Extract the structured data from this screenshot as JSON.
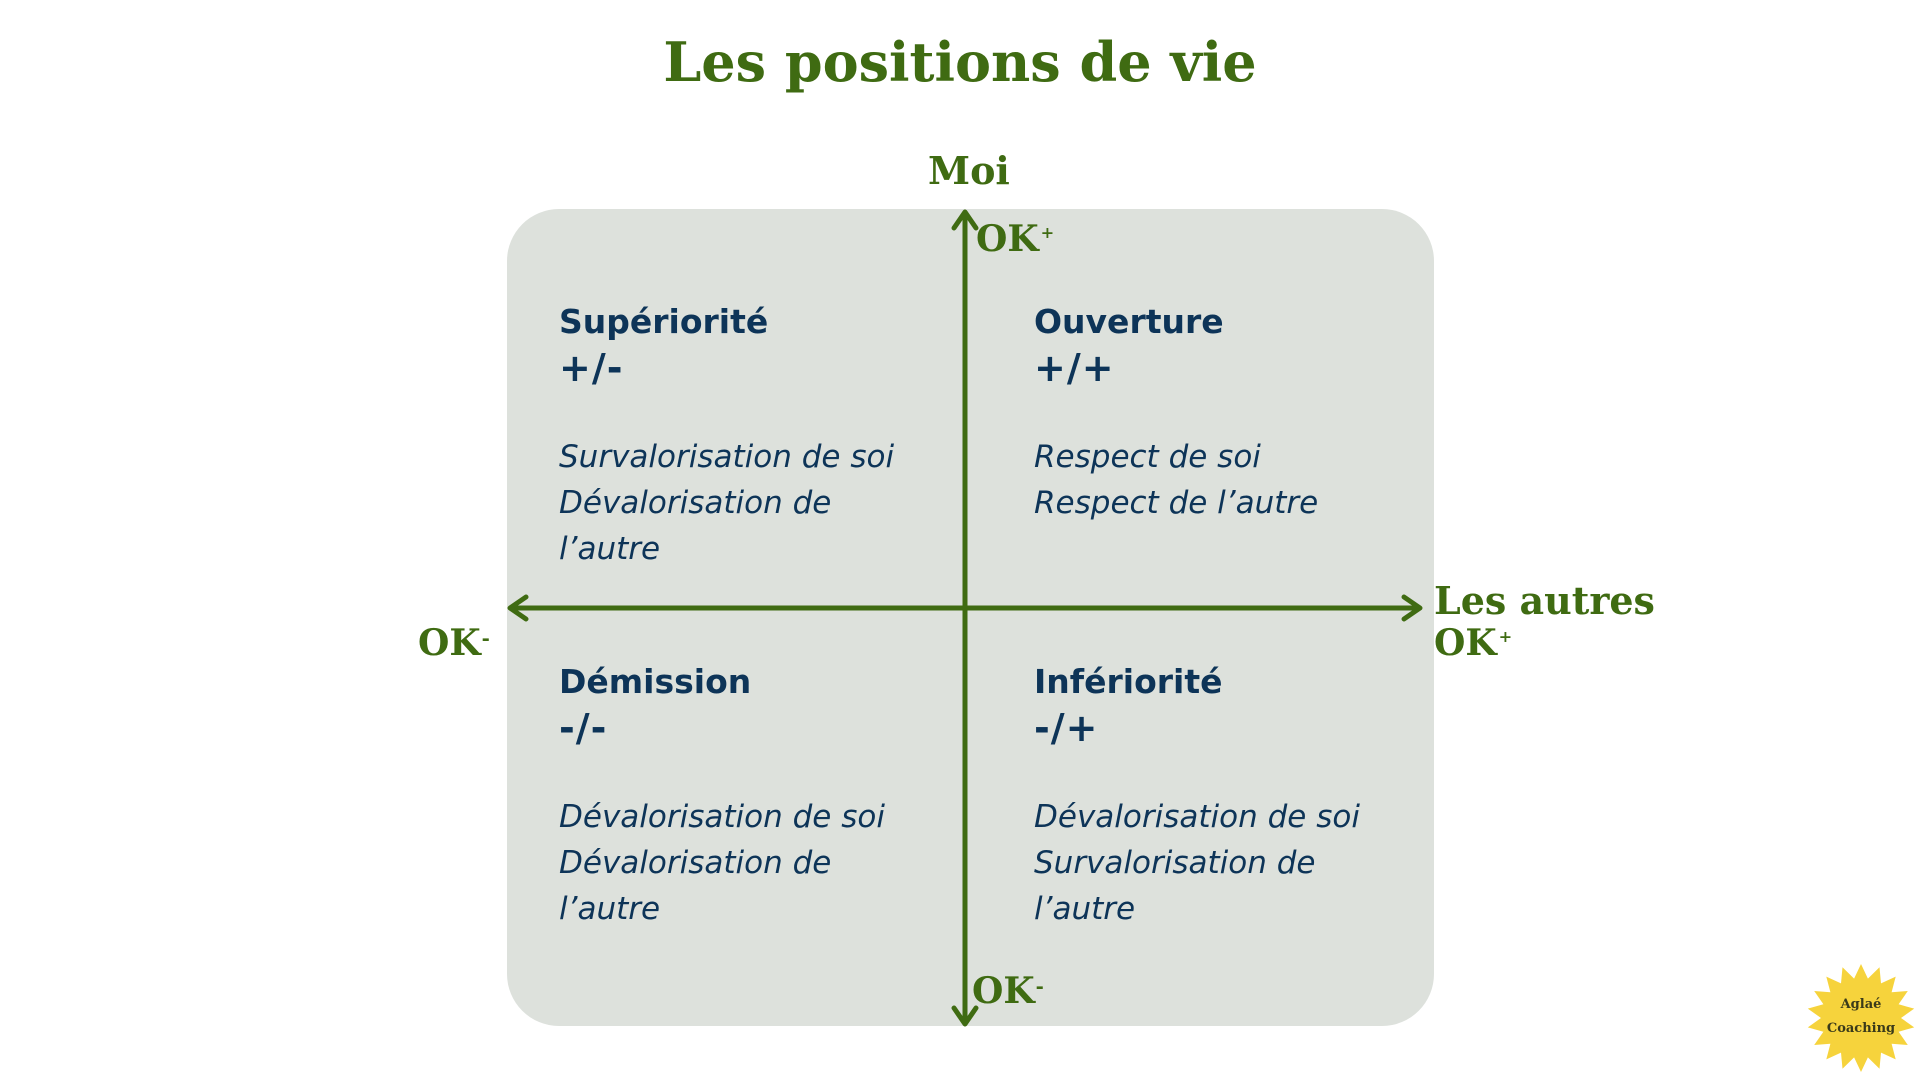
{
  "title": "Les positions de vie",
  "axes": {
    "vertical_label": "Moi",
    "horizontal_label": "Les autres",
    "top_ok": "OK",
    "top_sign": "+",
    "bottom_ok": "OK",
    "bottom_sign": "-",
    "left_ok": "OK",
    "left_sign": "-",
    "right_ok": "OK",
    "right_sign": "+"
  },
  "quadrants": [
    {
      "name": "Supériorité",
      "sign": "+/-",
      "lines": [
        "Survalorisation de soi",
        "Dévalorisation de",
        "l’autre"
      ]
    },
    {
      "name": "Ouverture",
      "sign": "+/+",
      "lines": [
        "Respect de soi",
        "Respect de l’autre"
      ]
    },
    {
      "name": "Démission",
      "sign": "-/-",
      "lines": [
        "Dévalorisation de soi",
        "Dévalorisation de",
        "l’autre"
      ]
    },
    {
      "name": "Infériorité",
      "sign": "-/+",
      "lines": [
        "Dévalorisation de soi",
        "Survalorisation de",
        "l’autre"
      ]
    }
  ],
  "logo": {
    "line1": "Aglaé",
    "line2": "Coaching"
  },
  "colors": {
    "green": "#3f6b12",
    "navy": "#0d3458",
    "panel": "#dde1dc",
    "sun": "#f6d33c"
  }
}
